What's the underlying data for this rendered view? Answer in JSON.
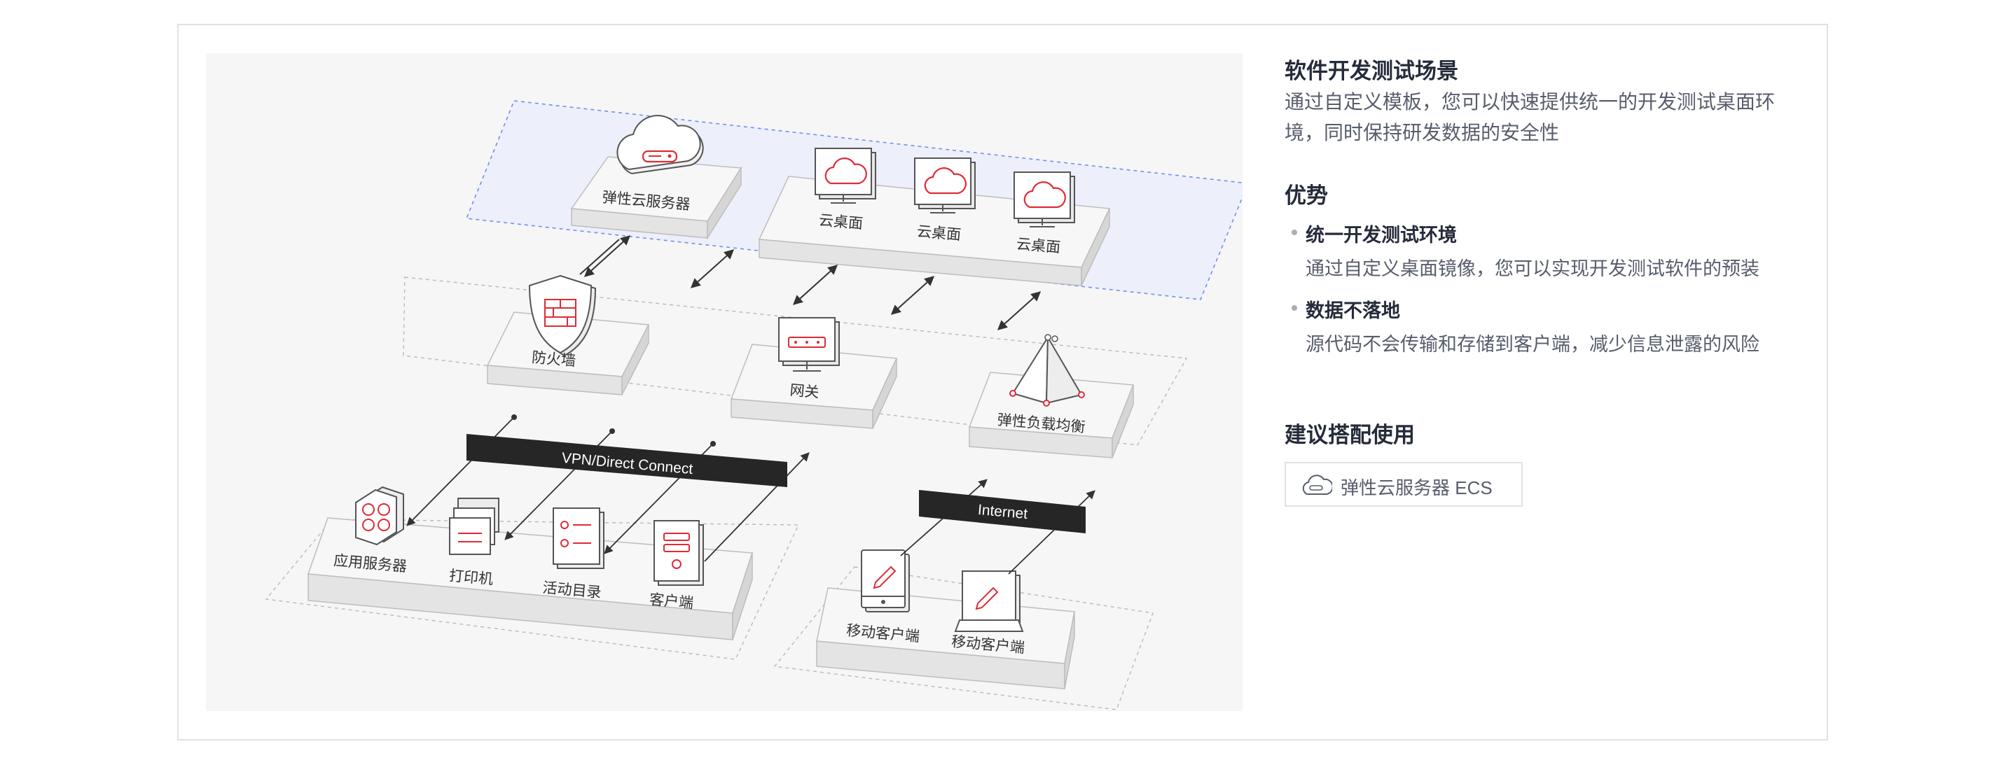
{
  "scene": {
    "title": "软件开发测试场景",
    "description": "通过自定义模板，您可以快速提供统一的开发测试桌面环境，同时保持研发数据的安全性"
  },
  "advantages": {
    "title": "优势",
    "items": [
      {
        "name": "统一开发测试环境",
        "text": "通过自定义桌面镜像，您可以实现开发测试软件的预装"
      },
      {
        "name": "数据不落地",
        "text": "源代码不会传输和存储到客户端，减少信息泄露的风险"
      }
    ]
  },
  "recommend": {
    "title": "建议搭配使用",
    "products": [
      {
        "label": "弹性云服务器 ECS",
        "icon": "cloud-server-icon"
      }
    ]
  },
  "diagram": {
    "cloud_server": "弹性云服务器",
    "desktops": [
      "云桌面",
      "云桌面",
      "云桌面"
    ],
    "firewall": "防火墙",
    "gateway": "网关",
    "load_balancer": "弹性负载均衡",
    "vpn": "VPN/Direct Connect",
    "internet": "Internet",
    "local_items": [
      "应用服务器",
      "打印机",
      "活动目录",
      "客户端"
    ],
    "mobile_clients": [
      "移动客户端",
      "移动客户端"
    ],
    "accent_color": "#e02b35",
    "highlight_color": "#edf0fb"
  }
}
